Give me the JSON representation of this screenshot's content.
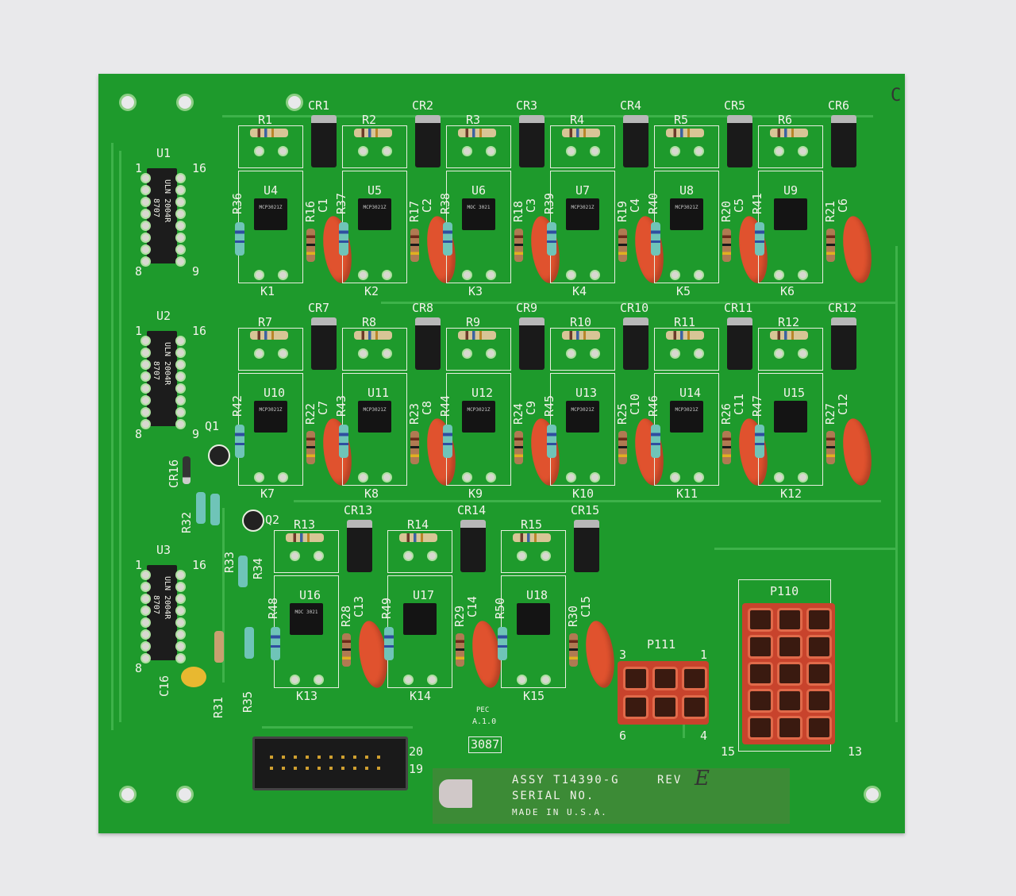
{
  "board": {
    "corner_mark": "C",
    "row1": [
      {
        "r": "R1",
        "cr": "CR1",
        "u": "U4",
        "rl": "R36",
        "rr": "R16",
        "c": "C1",
        "k": "K1",
        "chip": "MCP3021Z"
      },
      {
        "r": "R2",
        "cr": "CR2",
        "u": "U5",
        "rl": "R37",
        "rr": "R17",
        "c": "C2",
        "k": "K2",
        "chip": "MCP3021Z"
      },
      {
        "r": "R3",
        "cr": "CR3",
        "u": "U6",
        "rl": "R38",
        "rr": "R18",
        "c": "C3",
        "k": "K3",
        "chip": "MOC 3021"
      },
      {
        "r": "R4",
        "cr": "CR4",
        "u": "U7",
        "rl": "R39",
        "rr": "R19",
        "c": "C4",
        "k": "K4",
        "chip": "MCP3021Z"
      },
      {
        "r": "R5",
        "cr": "CR5",
        "u": "U8",
        "rl": "R40",
        "rr": "R20",
        "c": "C5",
        "k": "K5",
        "chip": "MCP3021Z"
      },
      {
        "r": "R6",
        "cr": "CR6",
        "u": "U9",
        "rl": "R41",
        "rr": "R21",
        "c": "C6",
        "k": "K6",
        "chip": ""
      }
    ],
    "row2": [
      {
        "r": "R7",
        "cr": "CR7",
        "u": "U10",
        "rl": "R42",
        "rr": "R22",
        "c": "C7",
        "k": "K7",
        "chip": "MCP3021Z"
      },
      {
        "r": "R8",
        "cr": "CR8",
        "u": "U11",
        "rl": "R43",
        "rr": "R23",
        "c": "C8",
        "k": "K8",
        "chip": "MCP3021Z"
      },
      {
        "r": "R9",
        "cr": "CR9",
        "u": "U12",
        "rl": "R44",
        "rr": "R24",
        "c": "C9",
        "k": "K9",
        "chip": "MCP3021Z"
      },
      {
        "r": "R10",
        "cr": "CR10",
        "u": "U13",
        "rl": "R45",
        "rr": "R25",
        "c": "C10",
        "k": "K10",
        "chip": "MCP3021Z"
      },
      {
        "r": "R11",
        "cr": "CR11",
        "u": "U14",
        "rl": "R46",
        "rr": "R26",
        "c": "C11",
        "k": "K11",
        "chip": "MCP3021Z"
      },
      {
        "r": "R12",
        "cr": "CR12",
        "u": "U15",
        "rl": "R47",
        "rr": "R27",
        "c": "C12",
        "k": "K12",
        "chip": ""
      }
    ],
    "row3": [
      {
        "r": "R13",
        "cr": "CR13",
        "u": "U16",
        "rl": "R48",
        "rr": "R28",
        "c": "C13",
        "k": "K13",
        "chip": "MOC 3021"
      },
      {
        "r": "R14",
        "cr": "CR14",
        "u": "U17",
        "rl": "R49",
        "rr": "R29",
        "c": "C14",
        "k": "K14",
        "chip": ""
      },
      {
        "r": "R15",
        "cr": "CR15",
        "u": "U18",
        "rl": "R50",
        "rr": "R30",
        "c": "C15",
        "k": "K15",
        "chip": ""
      }
    ],
    "drivers": [
      {
        "ref": "U1",
        "part": "ULN 2004R",
        "date": "8707",
        "p1": "1",
        "p16": "16",
        "p8": "8",
        "p9": "9"
      },
      {
        "ref": "U2",
        "part": "ULN 2004R",
        "date": "8707",
        "p1": "1",
        "p16": "16",
        "p8": "8",
        "p9": "9"
      },
      {
        "ref": "U3",
        "part": "ULN 2004R",
        "date": "8707",
        "p1": "1",
        "p16": "16",
        "p8": "8",
        "p9": ""
      }
    ],
    "misc": {
      "q1": "Q1",
      "q2": "Q2",
      "cr16": "CR16",
      "r31": "R31",
      "r32": "R32",
      "r33": "R33",
      "r34": "R34",
      "r35": "R35",
      "c16": "C16"
    },
    "p111": {
      "ref": "P111",
      "pin3": "3",
      "pin1": "1",
      "pin6": "6",
      "pin4": "4"
    },
    "p110": {
      "ref": "P110",
      "pin15": "15",
      "pin13": "13"
    },
    "header": {
      "pin20": "20",
      "pin19": "19"
    },
    "stamp": {
      "line1": "PEC",
      "line2": "A.1.0",
      "code": "3087"
    },
    "label": {
      "assy": "ASSY T14390-G",
      "rev": "REV",
      "rev_value": "E",
      "serial": "SERIAL NO.",
      "made": "MADE IN U.S.A."
    }
  }
}
